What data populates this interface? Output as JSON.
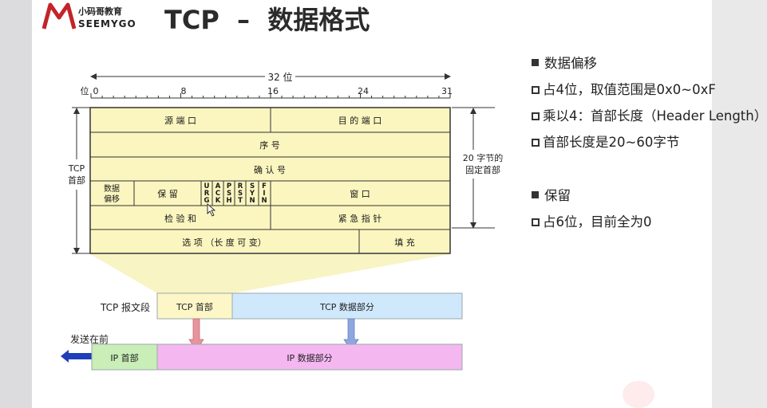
{
  "logo": {
    "line1": "小码哥教育",
    "line2": "SEEMYGO",
    "mark": "M"
  },
  "title": "TCP  –  数据格式",
  "diagram": {
    "bits_label": "32 位",
    "bit_word": "位",
    "bit_ticks": [
      "0",
      "8",
      "16",
      "24",
      "31"
    ],
    "left_label": [
      "TCP",
      "首部"
    ],
    "right_label": [
      "20 字节的",
      "固定首部"
    ],
    "rows": {
      "src_port": "源 端 口",
      "dst_port": "目 的 端 口",
      "seq": "序 号",
      "ack": "确 认 号",
      "data_offset": [
        "数据",
        "偏移"
      ],
      "reserved": "保 留",
      "flags": [
        [
          "U",
          "R",
          "G"
        ],
        [
          "A",
          "C",
          "K"
        ],
        [
          "P",
          "S",
          "H"
        ],
        [
          "R",
          "S",
          "T"
        ],
        [
          "S",
          "Y",
          "N"
        ],
        [
          "F",
          "I",
          "N"
        ]
      ],
      "window": "窗 口",
      "checksum": "检 验 和",
      "urgent": "紧 急 指 针",
      "options": "选 项 （长 度 可 变）",
      "padding": "填 充"
    },
    "segment_label": "TCP 报文段",
    "tcp_header": "TCP 首部",
    "tcp_data": "TCP 数据部分",
    "send_first": "发送在前",
    "ip_header": "IP 首部",
    "ip_data": "IP 数据部分"
  },
  "bullets": [
    {
      "style": "solid",
      "text": "数据偏移"
    },
    {
      "style": "hollow",
      "text": "占4位，取值范围是0x0~0xF"
    },
    {
      "style": "hollow",
      "text": "乘以4：首部长度（Header Length）"
    },
    {
      "style": "hollow",
      "text": "首部长度是20~60字节"
    },
    {
      "style": "solid",
      "text": "保留"
    },
    {
      "style": "hollow",
      "text": "占6位，目前全为0"
    }
  ],
  "colors": {
    "header_fill": "#fbf6bf",
    "header_text": "#1a1a1a",
    "tcp_header_fill": "#fdf7c8",
    "tcp_data_fill": "#cfe8fb",
    "ip_fill": "#f4b7f0",
    "ip_header_fill": "#c9eeb8",
    "arrow_pink": "#e7959d",
    "arrow_blue": "#8ea6e0",
    "send_arrow": "#1f3fb8"
  }
}
